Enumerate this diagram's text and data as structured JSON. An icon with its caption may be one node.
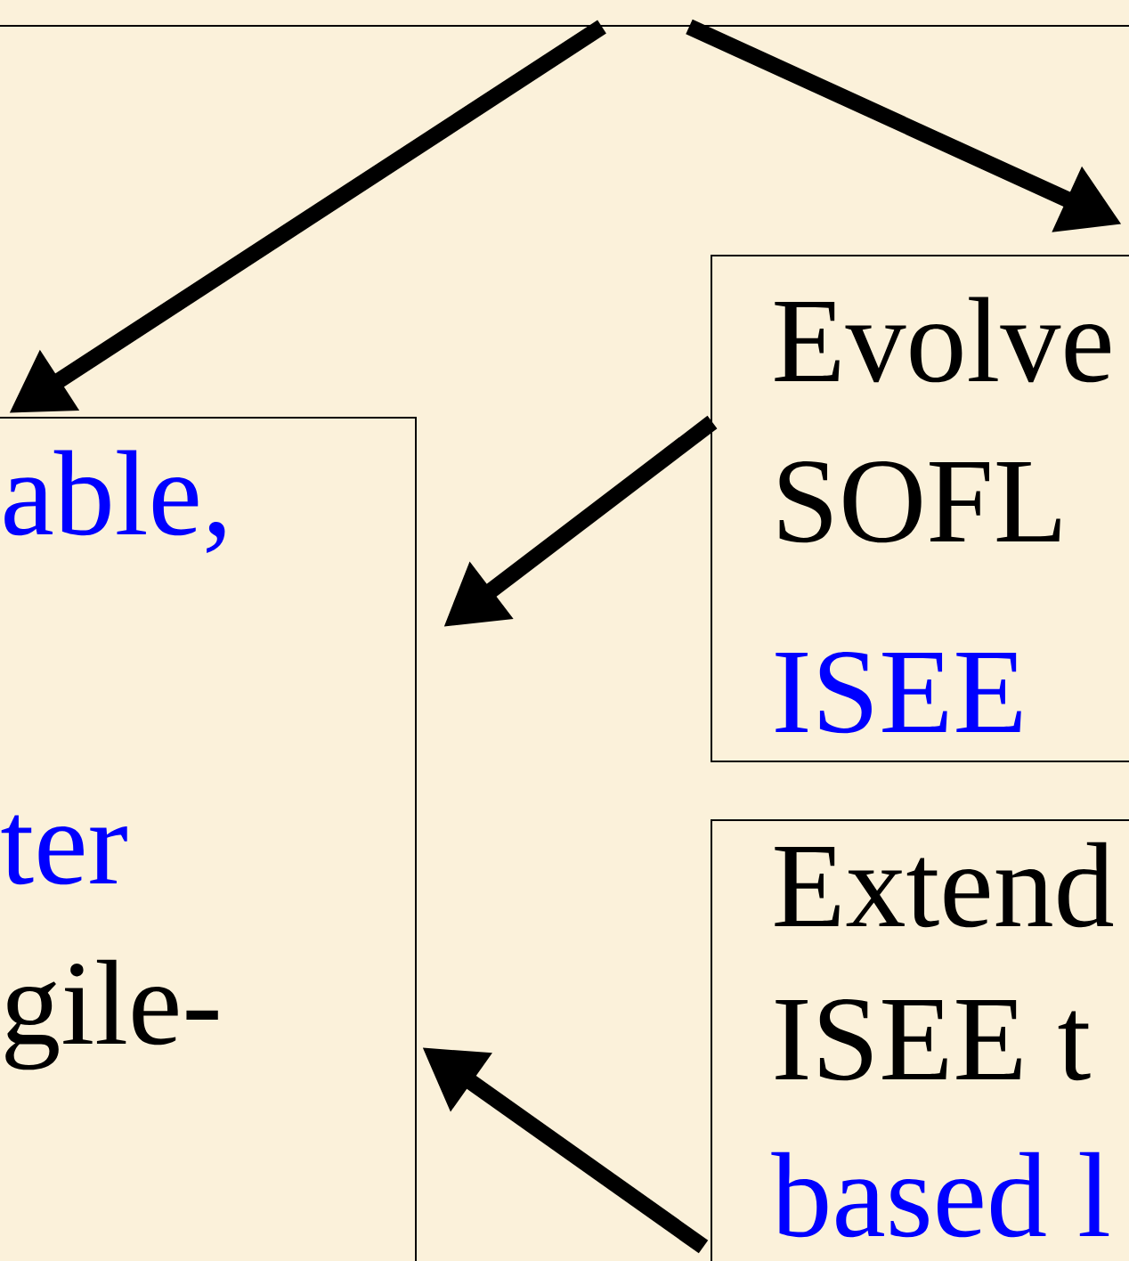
{
  "diagram": {
    "nodes": [
      {
        "text": [],
        "shape": "box"
      },
      {
        "text": [
          "able,",
          "ter",
          "gile-"
        ]
      },
      {
        "text": [
          "Evolve",
          "SOFL",
          "ISEE"
        ]
      },
      {
        "text": [
          "Extend",
          "ISEE t",
          "based l"
        ]
      }
    ],
    "edges": [
      {
        "from": 0,
        "to": 1,
        "arrow": "to"
      },
      {
        "from": 0,
        "to": 2,
        "arrow": "to"
      },
      {
        "from": 2,
        "to": 1,
        "arrow": "to"
      },
      {
        "from": 3,
        "to": 1,
        "arrow": "to"
      }
    ]
  }
}
